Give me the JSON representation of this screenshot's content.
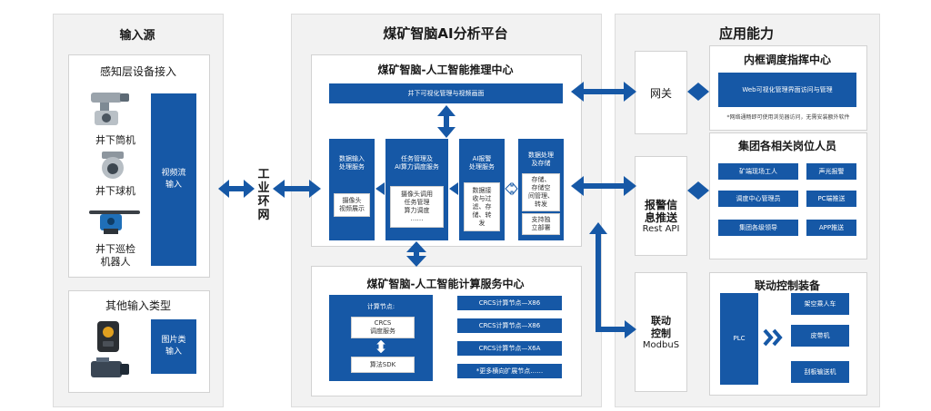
{
  "input": {
    "title": "输入源",
    "perception_title": "感知层设备接入",
    "devices": [
      "井下筒机",
      "井下球机",
      "井下巡检\n机器人"
    ],
    "video_stream": "视频流\n输入",
    "other_title": "其他输入类型",
    "image_input": "图片类\n输入"
  },
  "network": "工\n业\n环\n网",
  "platform": {
    "title": "煤矿智脑AI分析平台",
    "inference": {
      "title": "煤矿智脑-人工智能推理中心",
      "top_bar": "井下可视化管理与视频画面",
      "modules": [
        {
          "title": "数据输入\n处理服务",
          "sub": "摄像头\n视频展示"
        },
        {
          "title": "任务管理及\nAI算力调度服务",
          "sub": "摄像头调用\n任务管理\n算力调度\n……"
        },
        {
          "title": "AI报警\n处理服务",
          "sub": "数据接\n收与过\n滤、存\n储、转\n发"
        },
        {
          "title": "数据处理\n及存储",
          "sub": "存储、\n存储空\n间管理、\n转发",
          "sub2": "支持独\n立部署"
        }
      ]
    },
    "compute": {
      "title": "煤矿智脑-人工智能计算服务中心",
      "node_title": "计算节点:",
      "crcs_service": "CRCS\n调度服务",
      "sdk": "算法SDK",
      "nodes": [
        "CRCS计算节点—X86",
        "CRCS计算节点—X86",
        "CRCS计算节点—X6A",
        "*更多横向扩展节点……"
      ]
    }
  },
  "app": {
    "title": "应用能力",
    "gateway": "网关",
    "dispatch": {
      "title": "内框调度指挥中心",
      "bar": "Web可视化管理界面访问与管理",
      "note": "*网络通畅即可使用浏览器访问，无需安装额外软件"
    },
    "alarm_push": {
      "main": "报警信\n息推送",
      "sub": "Rest API"
    },
    "group": {
      "title": "集团各相关岗位人员",
      "left": [
        "矿端现场工人",
        "调度中心管理员",
        "集团各级领导"
      ],
      "right": [
        "声光报警",
        "PC端推送",
        "APP推送"
      ]
    },
    "linkage": {
      "main": "联动\n控制",
      "sub": "ModbuS"
    },
    "equip": {
      "title": "联动控制装备",
      "plc": "PLC",
      "items": [
        "架空乘人车",
        "皮带机",
        "刮板输送机"
      ]
    }
  },
  "colors": {
    "primary": "#1658a6",
    "background": "#f2f2f2",
    "panel": "#ffffff"
  }
}
